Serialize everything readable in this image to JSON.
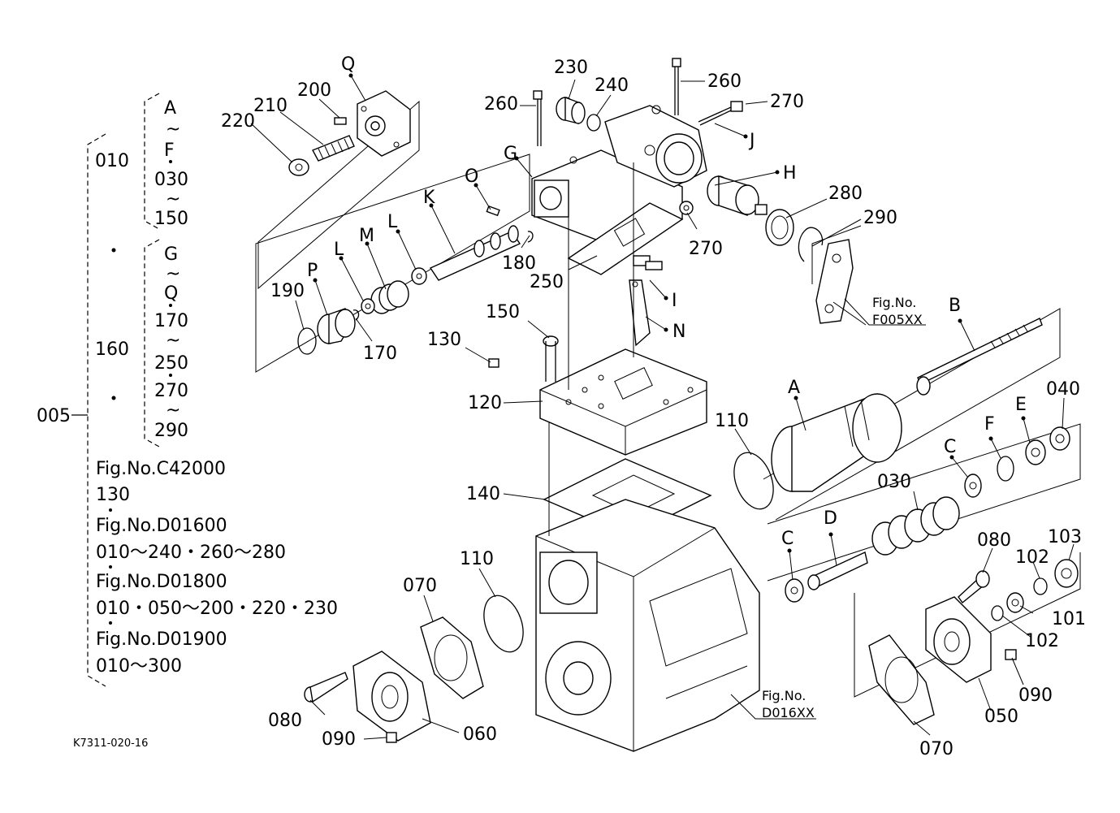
{
  "parts": {
    "p220": "220",
    "p210": "210",
    "p200": "200",
    "Q": "Q",
    "p230": "230",
    "p240": "240",
    "p260a": "260",
    "p260b": "260",
    "p270a": "270",
    "J": "J",
    "G": "G",
    "O": "O",
    "K": "K",
    "H": "H",
    "p280": "280",
    "p290": "290",
    "p270b": "270",
    "p180": "180",
    "p250": "250",
    "L1": "L",
    "M": "M",
    "L2": "L",
    "P": "P",
    "p190": "190",
    "p170": "170",
    "I": "I",
    "N": "N",
    "p150": "150",
    "p130": "130",
    "p120": "120",
    "B": "B",
    "A": "A",
    "p110a": "110",
    "E": "E",
    "p040": "040",
    "F": "F",
    "C1": "C",
    "p030": "030",
    "D": "D",
    "C2": "C",
    "p140": "140",
    "p080a": "080",
    "p103": "103",
    "p102a": "102",
    "p101": "101",
    "p102b": "102",
    "p110b": "110",
    "p070a": "070",
    "p090a": "090",
    "p050": "050",
    "p080b": "080",
    "p090b": "090",
    "p060": "060",
    "p070b": "070"
  },
  "figrefs": {
    "f005_line1": "Fig.No.",
    "f005_line2": "F005XX",
    "d016_line1": "Fig.No.",
    "d016_line2": "D016XX"
  },
  "legend": {
    "g_A": "A",
    "g_tilde1": "~",
    "g_F": "F",
    "g_030": "030",
    "g_tilde2": "~",
    "g_150": "150",
    "g_010": "010",
    "g_G": "G",
    "g_tilde3": "~",
    "g_Q": "Q",
    "g_170": "170",
    "g_tilde4": "~",
    "g_250": "250",
    "g_270": "270",
    "g_tilde5": "~",
    "g_290": "290",
    "g_160": "160",
    "g_005": "005",
    "ref1": "Fig.No.C42000",
    "ref1_parts": "130",
    "ref2": "Fig.No.D01600",
    "ref2_parts": "010～240・260～280",
    "ref3": "Fig.No.D01800",
    "ref3_parts": "010・050～200・220・230",
    "ref4": "Fig.No.D01900",
    "ref4_parts": "010～300"
  },
  "drawing_code": "K7311-020-16"
}
